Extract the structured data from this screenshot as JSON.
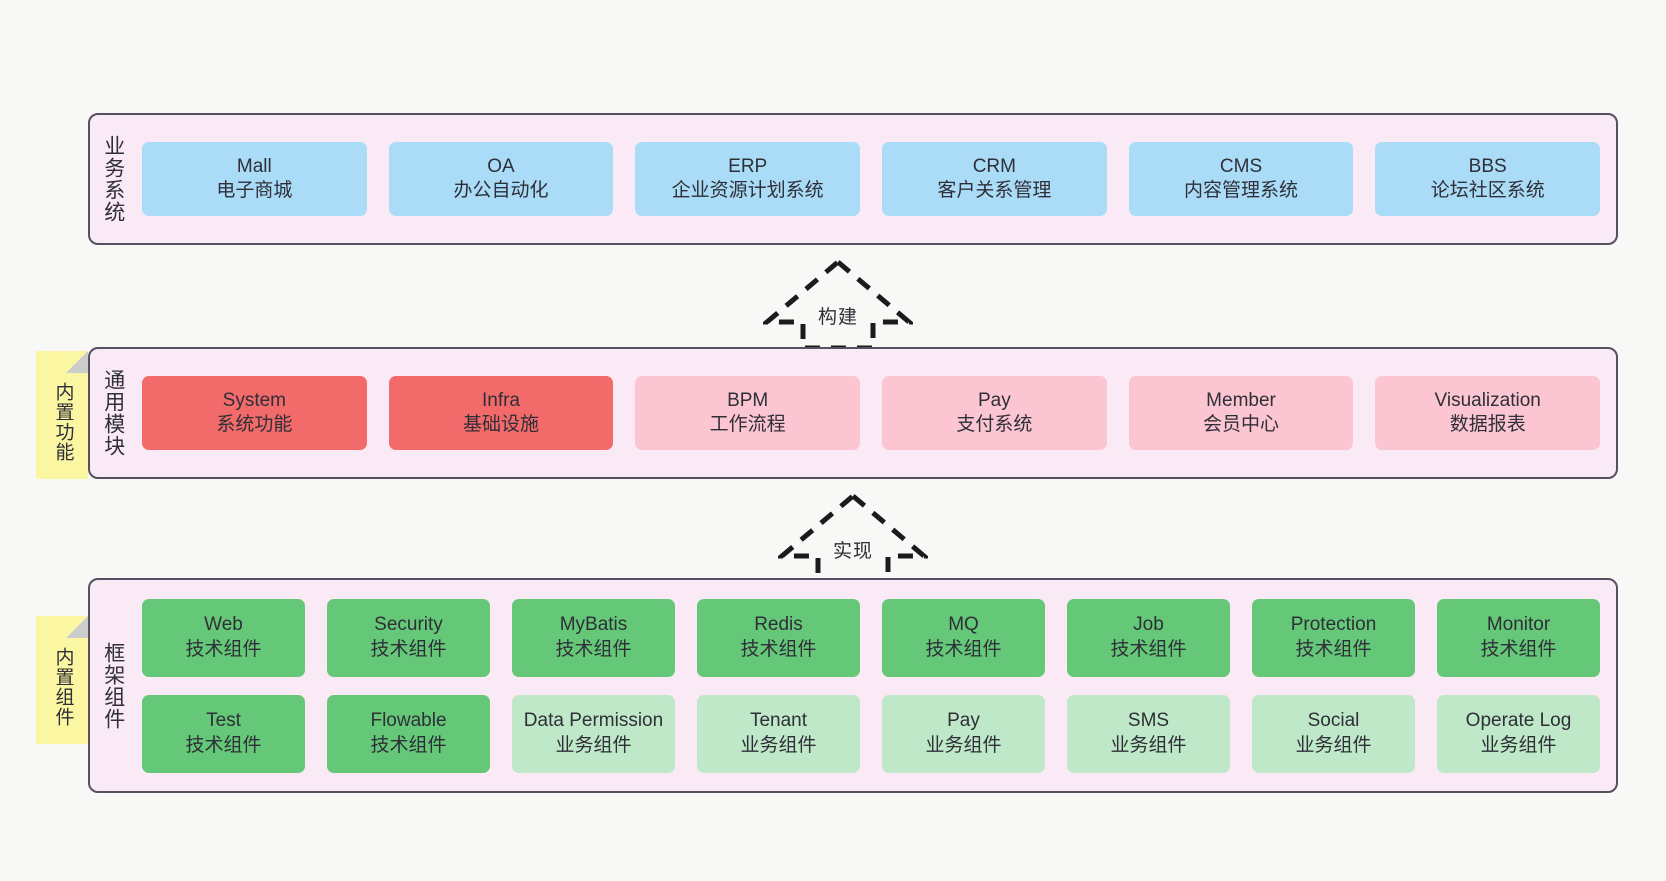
{
  "diagram": {
    "background_color": "#f8f8f6",
    "panel_fill": "#faeaf5",
    "panel_border": "#555160",
    "note_fill": "#fbf6a2"
  },
  "layers": [
    {
      "id": "business",
      "title": "业务系统",
      "note": null,
      "rows": [
        {
          "cards": [
            {
              "name": "Mall",
              "sub": "电子商城",
              "style": "c-blue"
            },
            {
              "name": "OA",
              "sub": "办公自动化",
              "style": "c-blue"
            },
            {
              "name": "ERP",
              "sub": "企业资源计划系统",
              "style": "c-blue"
            },
            {
              "name": "CRM",
              "sub": "客户关系管理",
              "style": "c-blue"
            },
            {
              "name": "CMS",
              "sub": "内容管理系统",
              "style": "c-blue"
            },
            {
              "name": "BBS",
              "sub": "论坛社区系统",
              "style": "c-blue"
            }
          ]
        }
      ]
    },
    {
      "id": "common",
      "title": "通用模块",
      "note": "内置功能",
      "rows": [
        {
          "cards": [
            {
              "name": "System",
              "sub": "系统功能",
              "style": "c-red"
            },
            {
              "name": "Infra",
              "sub": "基础设施",
              "style": "c-red"
            },
            {
              "name": "BPM",
              "sub": "工作流程",
              "style": "c-pink"
            },
            {
              "name": "Pay",
              "sub": "支付系统",
              "style": "c-pink"
            },
            {
              "name": "Member",
              "sub": "会员中心",
              "style": "c-pink"
            },
            {
              "name": "Visualization",
              "sub": "数据报表",
              "style": "c-pink"
            }
          ]
        }
      ]
    },
    {
      "id": "framework",
      "title": "框架组件",
      "note": "内置组件",
      "rows": [
        {
          "cards": [
            {
              "name": "Web",
              "sub": "技术组件",
              "style": "c-green"
            },
            {
              "name": "Security",
              "sub": "技术组件",
              "style": "c-green"
            },
            {
              "name": "MyBatis",
              "sub": "技术组件",
              "style": "c-green"
            },
            {
              "name": "Redis",
              "sub": "技术组件",
              "style": "c-green"
            },
            {
              "name": "MQ",
              "sub": "技术组件",
              "style": "c-green"
            },
            {
              "name": "Job",
              "sub": "技术组件",
              "style": "c-green"
            },
            {
              "name": "Protection",
              "sub": "技术组件",
              "style": "c-green"
            },
            {
              "name": "Monitor",
              "sub": "技术组件",
              "style": "c-green"
            }
          ]
        },
        {
          "cards": [
            {
              "name": "Test",
              "sub": "技术组件",
              "style": "c-green"
            },
            {
              "name": "Flowable",
              "sub": "技术组件",
              "style": "c-green"
            },
            {
              "name": "Data Permission",
              "sub": "业务组件",
              "style": "c-greenlight"
            },
            {
              "name": "Tenant",
              "sub": "业务组件",
              "style": "c-greenlight"
            },
            {
              "name": "Pay",
              "sub": "业务组件",
              "style": "c-greenlight"
            },
            {
              "name": "SMS",
              "sub": "业务组件",
              "style": "c-greenlight"
            },
            {
              "name": "Social",
              "sub": "业务组件",
              "style": "c-greenlight"
            },
            {
              "name": "Operate Log",
              "sub": "业务组件",
              "style": "c-greenlight"
            }
          ]
        }
      ]
    }
  ],
  "connectors": [
    {
      "id": "build",
      "label": "构建",
      "direction": "up"
    },
    {
      "id": "implement",
      "label": "实现",
      "direction": "up"
    }
  ]
}
